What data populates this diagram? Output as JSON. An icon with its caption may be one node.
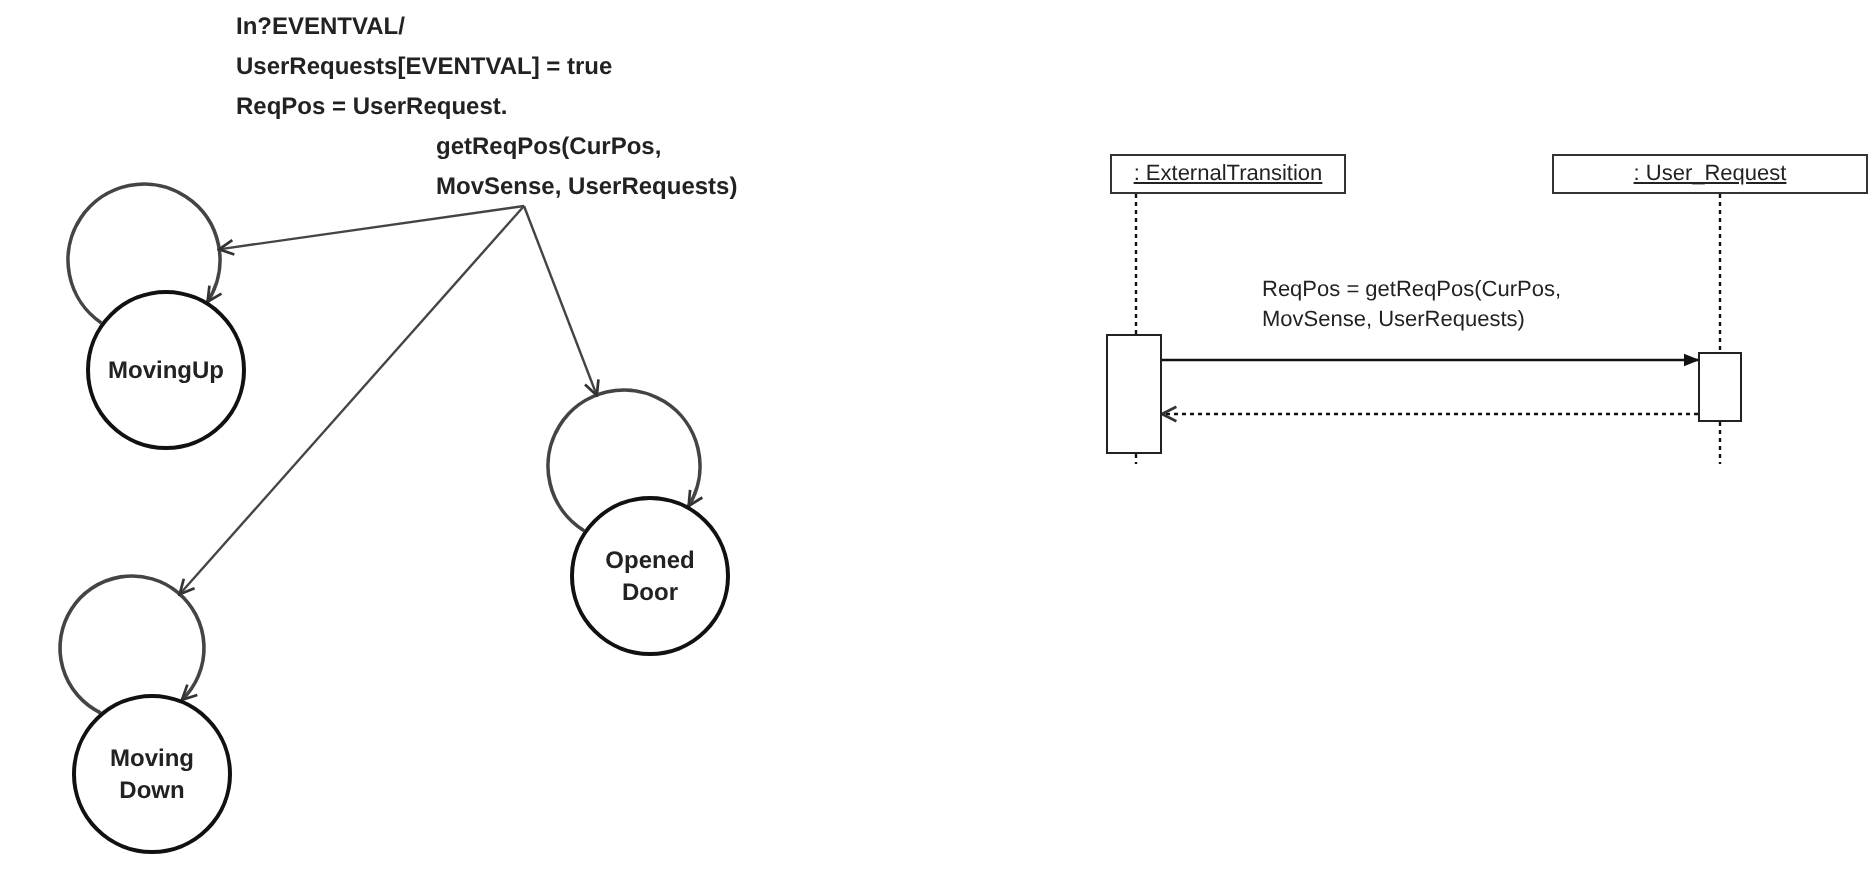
{
  "diagram": {
    "nodes": [
      {
        "text": [
          "MovingUp"
        ]
      },
      {
        "text": [
          "Opened Door"
        ]
      },
      {
        "text": [
          "Moving Down"
        ]
      },
      {
        "text": [
          "In?EVENTVAL/ UserRequests[EVENTVAL] = true ReqPos = UserRequest.",
          "getReqPos(CurPos, MovSense, UserRequests)"
        ]
      },
      {
        "text": [
          ": ExternalTransition"
        ]
      },
      {
        "text": [
          ": User_Request"
        ]
      },
      {
        "text": [],
        "shape": "bar"
      },
      {
        "text": [],
        "shape": "bar"
      }
    ],
    "edges": [
      {
        "from": 0,
        "to": 0,
        "arrow": "to"
      },
      {
        "from": 1,
        "to": 1,
        "arrow": "to"
      },
      {
        "from": 2,
        "to": 2,
        "arrow": "to"
      },
      {
        "from": 3,
        "to": 0,
        "arrow": "to"
      },
      {
        "from": 3,
        "to": 1,
        "arrow": "to"
      },
      {
        "from": 3,
        "to": 2,
        "arrow": "to"
      },
      {
        "from": 4,
        "to": 6,
        "arrow": "none",
        "style": "dashed"
      },
      {
        "from": 5,
        "to": 7,
        "arrow": "none",
        "style": "dashed"
      },
      {
        "from": 6,
        "to": 7,
        "arrow": "to",
        "label": "ReqPos = getReqPos(CurPos, MovSense, UserRequests)"
      },
      {
        "from": 7,
        "to": 6,
        "arrow": "to",
        "style": "dashed"
      }
    ]
  }
}
